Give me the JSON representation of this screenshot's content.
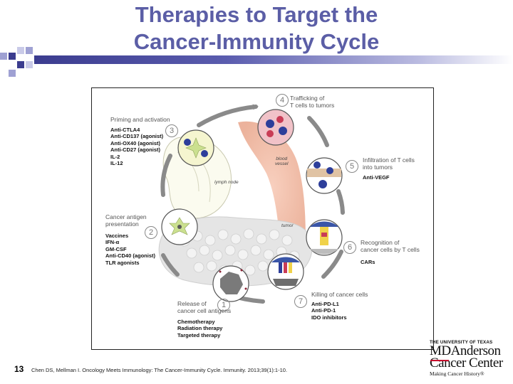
{
  "slide": {
    "title_line1": "Therapies to Target the",
    "title_line2": "Cancer-Immunity Cycle",
    "slide_number": "13",
    "citation": "Chen DS, Mellman I. Oncology Meets Immunology: The Cancer-Immunity Cycle. Immunity. 2013;39(1):1-10.",
    "accent_color": "#5b5ea6"
  },
  "diagram": {
    "steps": [
      {
        "number": "1",
        "label": "Release of\ncancer cell antigens",
        "agents": [
          "Chemotherapy",
          "Radiation therapy",
          "Targeted therapy"
        ]
      },
      {
        "number": "2",
        "label": "Cancer antigen\npresentation",
        "agents": [
          "Vaccines",
          "IFN-α",
          "GM-CSF",
          "Anti-CD40 (agonist)",
          "TLR agonists"
        ]
      },
      {
        "number": "3",
        "label": "Priming and activation",
        "agents": [
          "Anti-CTLA4",
          "Anti-CD137 (agonist)",
          "Anti-OX40 (agonist)",
          "Anti-CD27 (agonist)",
          "IL-2",
          "IL-12"
        ]
      },
      {
        "number": "4",
        "label": "Trafficking of\nT cells to tumors",
        "agents": []
      },
      {
        "number": "5",
        "label": "Infiltration of T cells\ninto tumors",
        "agents": [
          "Anti-VEGF"
        ]
      },
      {
        "number": "6",
        "label": "Recognition of\ncancer cells by T cells",
        "agents": [
          "CARs"
        ]
      },
      {
        "number": "7",
        "label": "Killing of cancer cells",
        "agents": [
          "Anti-PD-L1",
          "Anti-PD-1",
          "IDO inhibitors"
        ]
      }
    ],
    "annotations": {
      "lymph_node": "lymph node",
      "blood_vessel": "blood\nvessel",
      "tumor": "tumor"
    }
  },
  "logo": {
    "line1": "THE UNIVERSITY OF TEXAS",
    "line2": "MDAnderson",
    "line3": "Cancer Center",
    "tagline": "Making Cancer History®"
  }
}
